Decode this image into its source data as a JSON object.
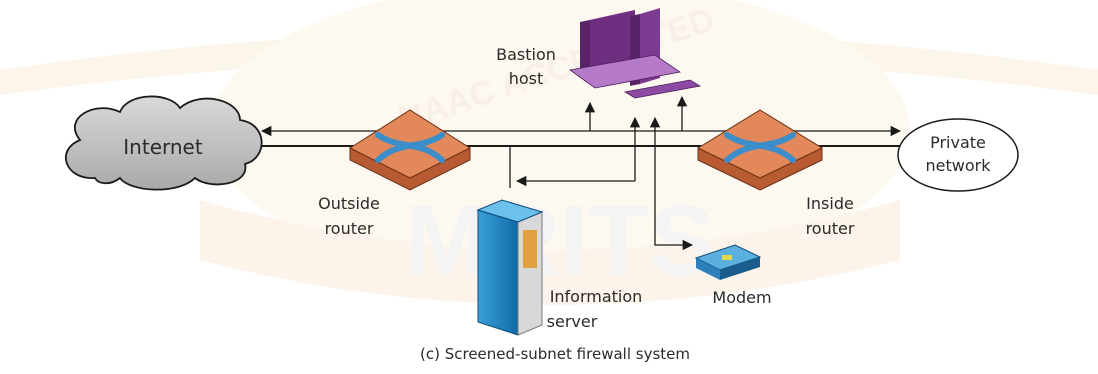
{
  "watermark": {
    "arc_text": "NAAC ACCREDITED",
    "logo_text": "MRITS"
  },
  "nodes": {
    "internet": "Internet",
    "private_network": [
      "Private",
      "network"
    ],
    "bastion_host": [
      "Bastion",
      "host"
    ],
    "outside_router": [
      "Outside",
      "router"
    ],
    "inside_router": [
      "Inside",
      "router"
    ],
    "information_server": [
      "Information",
      "server"
    ],
    "modem": "Modem"
  },
  "caption": "(c) Screened-subnet firewall system"
}
